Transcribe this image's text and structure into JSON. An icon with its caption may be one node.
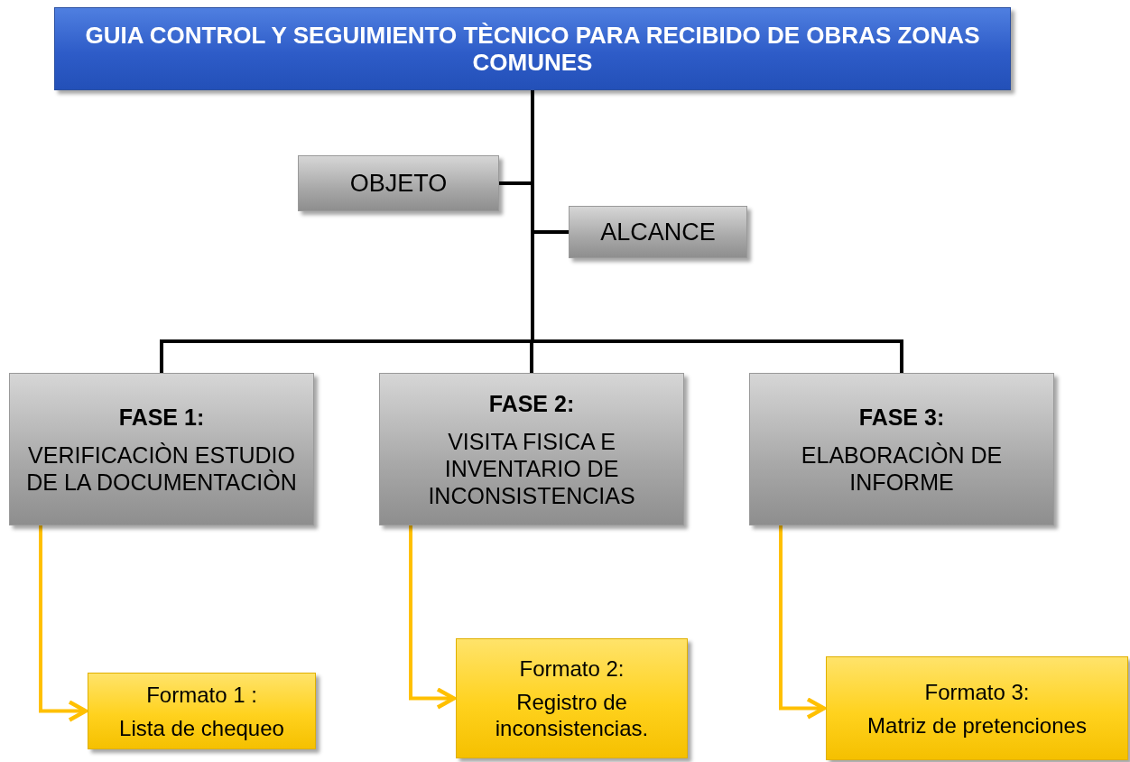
{
  "diagram": {
    "nodes": [
      {
        "text": [
          "GUIA CONTROL Y SEGUIMIENTO TÈCNICO PARA RECIBIDO DE OBRAS ZONAS  COMUNES"
        ]
      },
      {
        "text": [
          "OBJETO"
        ]
      },
      {
        "text": [
          "ALCANCE"
        ]
      },
      {
        "text": [
          "FASE 1:",
          "VERIFICACIÒN ESTUDIO DE LA DOCUMENTACIÒN"
        ]
      },
      {
        "text": [
          "FASE 2:",
          "VISITA FISICA E INVENTARIO DE INCONSISTENCIAS"
        ]
      },
      {
        "text": [
          "**FASE 3**:",
          "ELABORACIÒN DE INFORME"
        ]
      },
      {
        "text": [
          "Formato 1 :",
          "Lista de chequeo"
        ]
      },
      {
        "text": [
          "Formato 2:",
          "Registro de inconsistencias."
        ]
      },
      {
        "text": [
          "Formato 3:",
          "Matriz de pretenciones"
        ]
      }
    ],
    "edges": [
      {
        "from": 0,
        "to": 1,
        "arrow": "none"
      },
      {
        "from": 0,
        "to": 2,
        "arrow": "none"
      },
      {
        "from": 0,
        "to": 3,
        "arrow": "none"
      },
      {
        "from": 0,
        "to": 4,
        "arrow": "none"
      },
      {
        "from": 0,
        "to": 5,
        "arrow": "none"
      },
      {
        "from": 3,
        "to": 6,
        "arrow": "to",
        "color": "#ffc000"
      },
      {
        "from": 4,
        "to": 7,
        "arrow": "to",
        "color": "#ffc000"
      },
      {
        "from": 5,
        "to": 8,
        "arrow": "to",
        "color": "#ffc000"
      }
    ]
  }
}
